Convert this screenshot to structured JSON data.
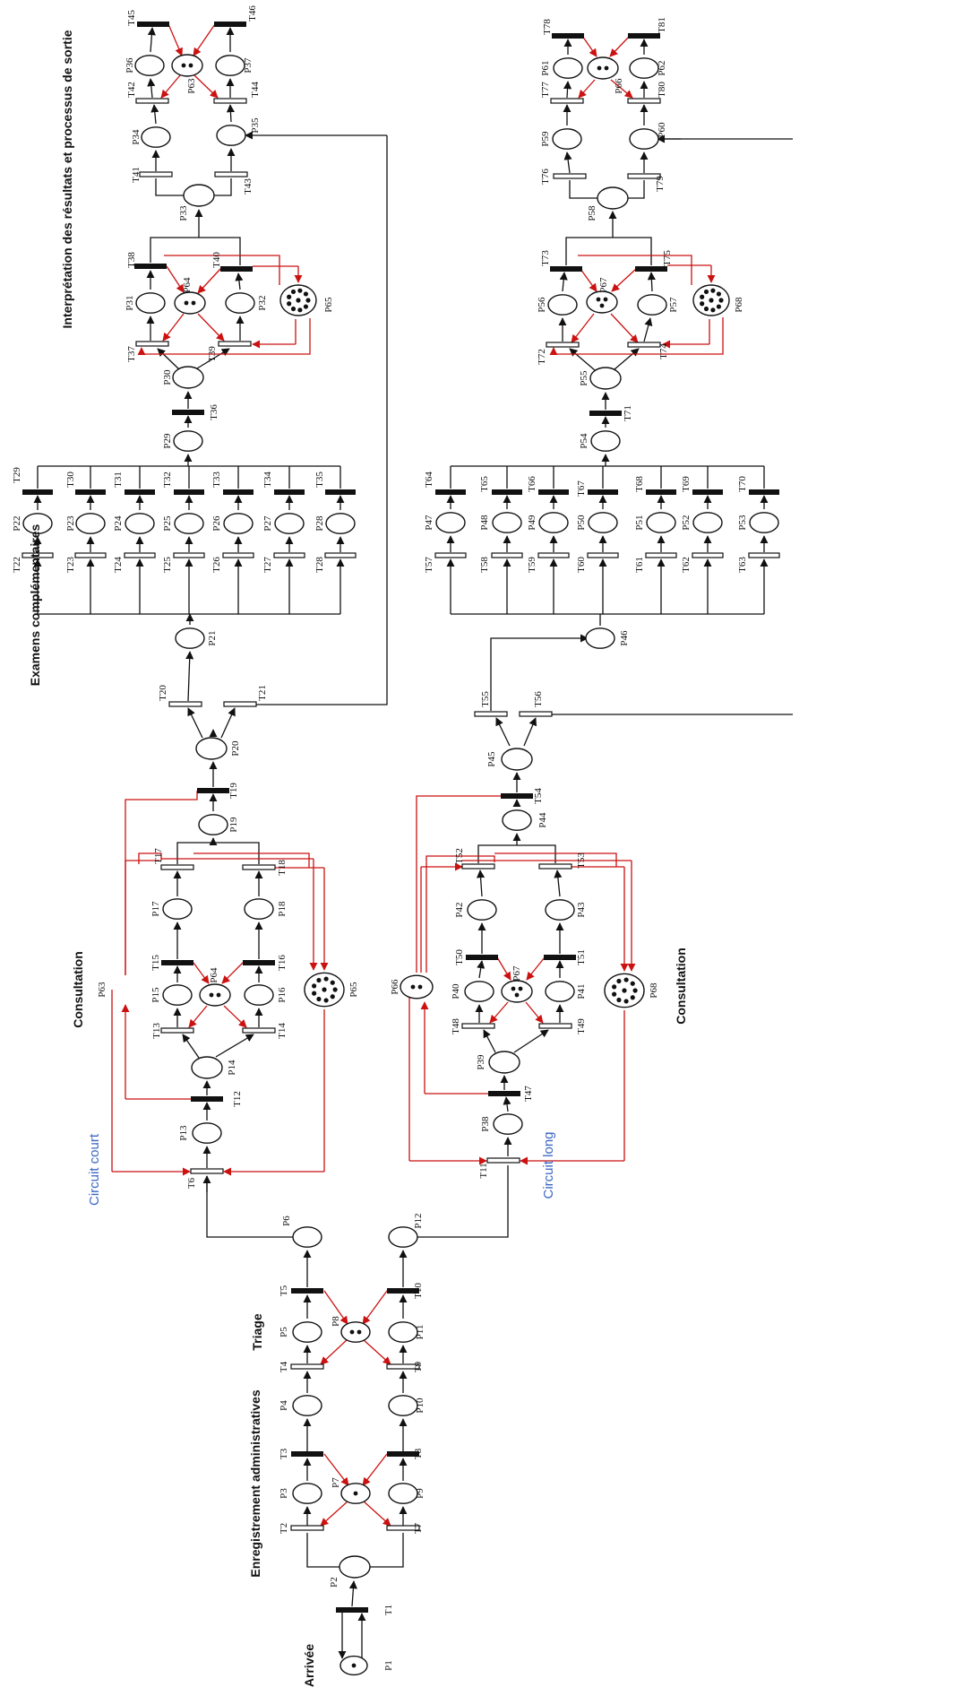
{
  "sections": {
    "arrivee": "Arrivée",
    "enregistrement": "Enregistrement administratives",
    "triage": "Triage",
    "consultation": "Consultation",
    "circuit_court": "Circuit court",
    "circuit_long": "Circuit long",
    "examens": "Examens complémentaires",
    "interpretation": "Interprétation des résultats et processus de sortie"
  },
  "colors": {
    "black": "#111111",
    "red": "#cc1111",
    "blue": "#3a66c4"
  },
  "labels": {
    "P1": "P1",
    "T1": "T1",
    "P2": "P2",
    "T2": "T2",
    "T7": "T7",
    "P3": "P3",
    "P7": "P7",
    "P9": "P9",
    "T3": "T3",
    "T8": "T8",
    "P4": "P4",
    "P10": "P10",
    "T4": "T4",
    "T9": "T9",
    "P5": "P5",
    "P8": "P8",
    "P11": "P11",
    "T5": "T5",
    "T10": "T10",
    "P6": "P6",
    "P12": "P12",
    "T6": "T6",
    "P13": "P13",
    "T12": "T12",
    "P14": "P14",
    "T13": "T13",
    "T14": "T14",
    "P15": "P15",
    "P64": "P64",
    "P16": "P16",
    "T15": "T15",
    "T16": "T16",
    "P17": "P17",
    "P18": "P18",
    "T17": "T17",
    "T18": "T18",
    "P19": "P19",
    "T19": "T19",
    "P63": "P63",
    "P65": "P65",
    "P20": "P20",
    "T20": "T20",
    "T21": "T21",
    "P21": "P21",
    "T22": "T22",
    "T23": "T23",
    "T24": "T24",
    "T25": "T25",
    "T26": "T26",
    "T27": "T27",
    "T28": "T28",
    "P22": "P22",
    "P23": "P23",
    "P24": "P24",
    "P25": "P25",
    "P26": "P26",
    "P27": "P27",
    "P28": "P28",
    "T29": "T29",
    "T30": "T30",
    "T31": "T31",
    "T32": "T32",
    "T33": "T33",
    "T34": "T34",
    "T35": "T35",
    "P29": "P29",
    "T36": "T36",
    "P30": "P30",
    "T37": "T37",
    "T39": "T39",
    "P31": "P31",
    "P32": "P32",
    "T38": "T38",
    "T40": "T40",
    "P33": "P33",
    "T41": "T41",
    "T43": "T43",
    "P34": "P34",
    "P35": "P35",
    "T42": "T42",
    "T44": "T44",
    "P36": "P36",
    "P37": "P37",
    "T45": "T45",
    "T46": "T46",
    "T11": "T11",
    "P38": "P38",
    "T47": "T47",
    "P39": "P39",
    "T48": "T48",
    "T49": "T49",
    "P40": "P40",
    "P67": "P67",
    "P41": "P41",
    "T50": "T50",
    "T51": "T51",
    "P42": "P42",
    "P43": "P43",
    "T52": "T52",
    "T53": "T53",
    "P44": "P44",
    "T54": "T54",
    "P66": "P66",
    "P68": "P68",
    "P45": "P45",
    "T55": "T55",
    "T56": "T56",
    "P46": "P46",
    "T57": "T57",
    "T58": "T58",
    "T59": "T59",
    "T60": "T60",
    "T61": "T61",
    "T62": "T62",
    "T63": "T63",
    "P47": "P47",
    "P48": "P48",
    "P49": "P49",
    "P50": "P50",
    "P51": "P51",
    "P52": "P52",
    "P53": "P53",
    "T64": "T64",
    "T65": "T65",
    "T66": "T66",
    "T67": "T67",
    "T68": "T68",
    "T69": "T69",
    "T70": "T70",
    "P54": "P54",
    "T71": "T71",
    "P55": "P55",
    "T72": "T72",
    "T74": "T74",
    "P56": "P56",
    "P57": "P57",
    "T73": "T73",
    "T75": "T75",
    "P58": "P58",
    "T76": "T76",
    "T79": "T79",
    "P59": "P59",
    "P60": "P60",
    "T77": "T77",
    "T80": "T80",
    "P61": "P61",
    "P62": "P62",
    "T78": "T78",
    "T81": "T81"
  },
  "tokens": {
    "P1": 1,
    "P7": 1,
    "P8": 2,
    "P63": 2,
    "P64": 2,
    "P65": 10,
    "P66": 2,
    "P67": 3,
    "P68": 10
  }
}
